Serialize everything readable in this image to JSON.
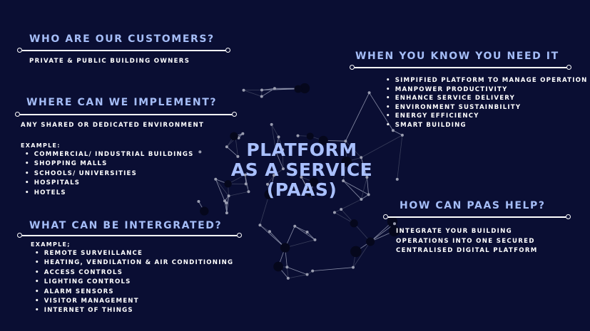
{
  "colors": {
    "background": "#0a0e33",
    "heading": "#a5bdf7",
    "text": "#ffffff",
    "title": "#a9c0ff"
  },
  "title": {
    "lines": [
      "PLATFORM",
      "AS A SERVICE",
      "(PAAS)"
    ]
  },
  "customers": {
    "heading": "WHO ARE OUR CUSTOMERS?",
    "text": "PRIVATE & PUBLIC BUILDING OWNERS"
  },
  "implement": {
    "heading": "WHERE CAN WE IMPLEMENT?",
    "text": "ANY SHARED OR DEDICATED ENVIRONMENT",
    "example_label": "EXAMPLE:",
    "items": [
      "COMMERCIAL/ INDUSTRIAL BUILDINGS",
      "SHOPPING MALLS",
      "SCHOOLS/ UNIVERSITIES",
      "HOSPITALS",
      "HOTELS"
    ]
  },
  "integrated": {
    "heading": "WHAT CAN BE INTERGRATED?",
    "example_label": "EXAMPLE;",
    "items": [
      "REMOTE SURVEILLANCE",
      "HEATING, VENDILATION & AIR CONDITIONING",
      "ACCESS CONTROLS",
      "LIGHTING CONTROLS",
      "ALARM SENSORS",
      "VISITOR MANAGEMENT",
      "INTERNET OF THINGS"
    ]
  },
  "need": {
    "heading": "WHEN YOU KNOW YOU NEED IT",
    "items": [
      "SIMPIFIED PLATFORM TO MANAGE OPERATION",
      "MANPOWER PRODUCTIVITY",
      "ENHANCE SERVICE DELIVERY",
      "ENVIRONMENT SUSTAINBILITY",
      "ENERGY EFFICIENCY",
      "SMART BUILDING"
    ]
  },
  "help": {
    "heading": "HOW CAN PAAS HELP?",
    "lines": [
      "INTEGRATE YOUR BUILDING",
      "OPERATIONS INTO ONE SECURED",
      "CENTRALISED DIGITAL PLATFORM"
    ]
  }
}
